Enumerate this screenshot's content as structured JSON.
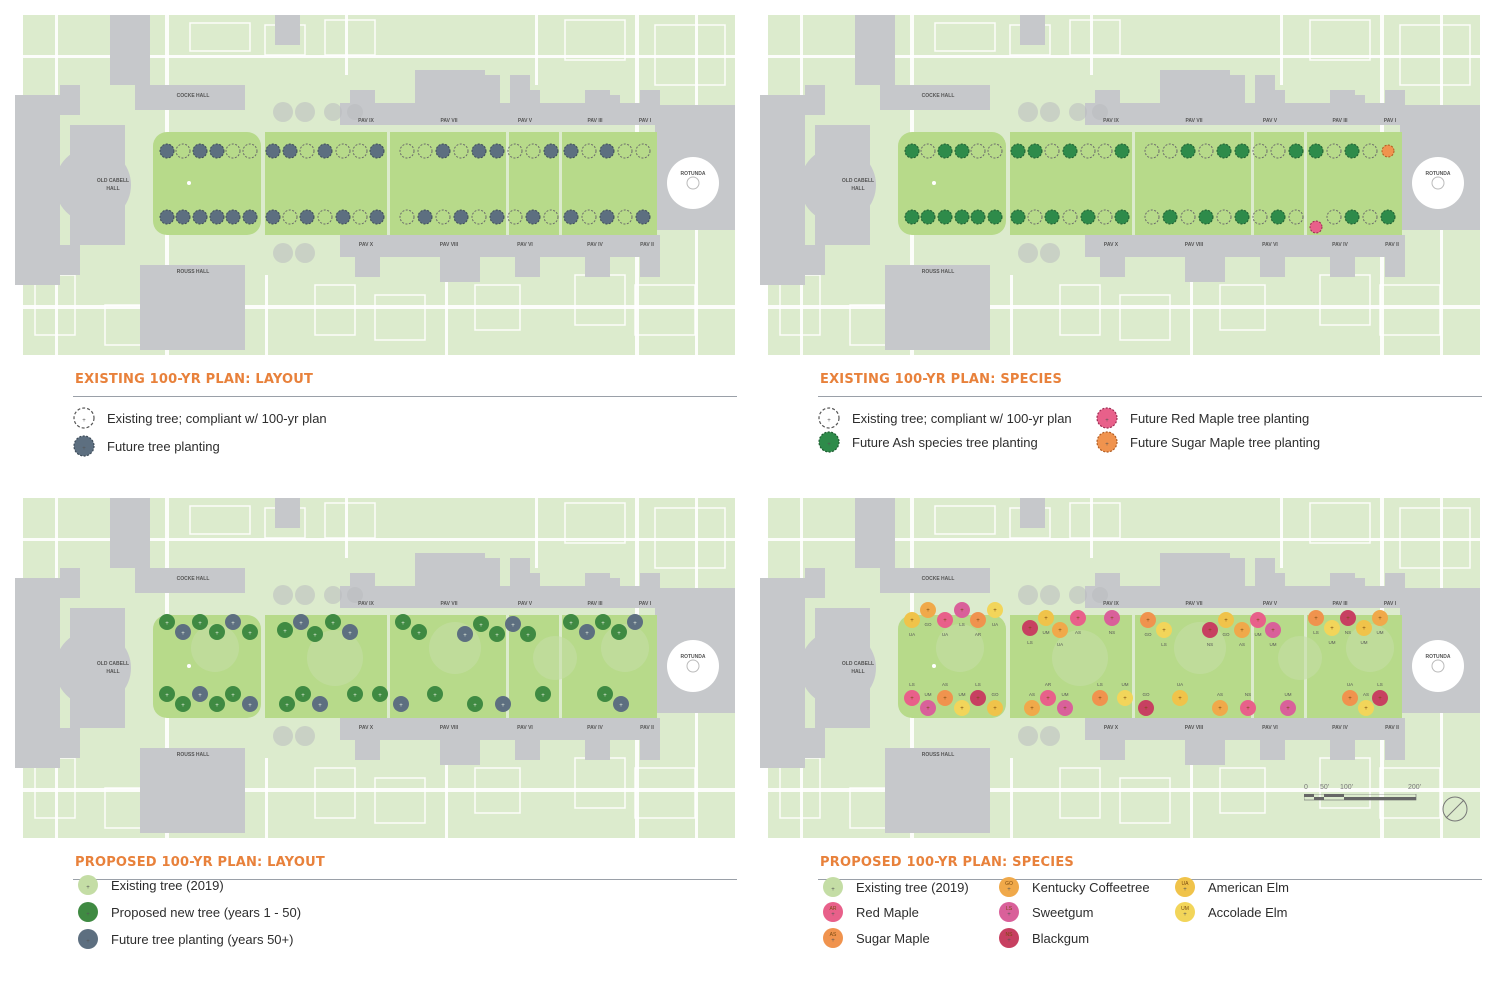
{
  "colors": {
    "title": "#e8813b",
    "lawn": "#b7da8a",
    "campus_green": "#dcebcd",
    "building": "#c6c8cb",
    "existing_fill": "#ffffff",
    "future_gray": "#5d6f80",
    "ash_green": "#2e8b4a",
    "proposed_green": "#3f8a42",
    "existing_2019": "#c4dda5",
    "red_maple": "#e8608a",
    "sugar_maple": "#f0934e",
    "kentucky_coffeetree": "#f0a94a",
    "sweetgum": "#d9609a",
    "blackgum": "#c74061",
    "american_elm": "#f0c34a",
    "accolade_elm": "#f2d55a"
  },
  "map_labels": {
    "cocke_hall": "COCKE HALL",
    "old_cabell_hall_1": "OLD CABELL",
    "old_cabell_hall_2": "HALL",
    "rouss_hall": "ROUSS HALL",
    "rotunda": "ROTUNDA",
    "pav_ix": "PAV IX",
    "pav_vii": "PAV VII",
    "pav_v": "PAV V",
    "pav_iii": "PAV III",
    "pav_i": "PAV I",
    "pav_x": "PAV X",
    "pav_viii": "PAV VIII",
    "pav_vi": "PAV VI",
    "pav_iv": "PAV IV",
    "pav_ii": "PAV II"
  },
  "species_codes": [
    "UA",
    "GO",
    "UA",
    "LS",
    "AR",
    "UA",
    "LS",
    "UM",
    "UA",
    "AS",
    "NS",
    "GO",
    "LS",
    "NS",
    "GO",
    "AS",
    "UM",
    "UM",
    "LS",
    "UM",
    "NS",
    "UM",
    "UM",
    "LS",
    "UM",
    "AS",
    "UM",
    "LS",
    "GO",
    "AS",
    "AR",
    "UM",
    "LS",
    "UM",
    "GO",
    "UA",
    "AS",
    "NS",
    "UM",
    "UA",
    "AS",
    "LS"
  ],
  "scale": {
    "labels": [
      "0",
      "50'",
      "100'",
      "200'"
    ]
  },
  "panels": [
    {
      "id": "existing-layout",
      "title": "EXISTING 100-YR PLAN: LAYOUT",
      "legend": [
        {
          "label": "Existing tree; compliant w/ 100-yr plan",
          "symbol": "dashed-white"
        },
        {
          "label": "Future tree planting",
          "symbol": "future-gray"
        }
      ]
    },
    {
      "id": "existing-species",
      "title": "EXISTING 100-YR PLAN: SPECIES",
      "legend": [
        {
          "label": "Existing tree; compliant w/ 100-yr plan",
          "symbol": "dashed-white"
        },
        {
          "label": "Future Ash species tree planting",
          "symbol": "ash-green"
        },
        {
          "label": "Future Red Maple tree planting",
          "symbol": "red-maple-dashed"
        },
        {
          "label": "Future Sugar Maple tree planting",
          "symbol": "sugar-maple-dashed"
        }
      ]
    },
    {
      "id": "proposed-layout",
      "title": "PROPOSED 100-YR PLAN: LAYOUT",
      "legend": [
        {
          "label": "Existing tree (2019)",
          "symbol": "existing-2019"
        },
        {
          "label": "Proposed new tree (years 1 - 50)",
          "symbol": "proposed-green"
        },
        {
          "label": "Future tree planting (years 50+)",
          "symbol": "future-gray-solid"
        }
      ]
    },
    {
      "id": "proposed-species",
      "title": "PROPOSED 100-YR PLAN: SPECIES",
      "legend": [
        {
          "label": "Existing tree (2019)",
          "symbol": "existing-2019"
        },
        {
          "label": "Red Maple",
          "symbol": "red-maple",
          "code": "AR"
        },
        {
          "label": "Sugar Maple",
          "symbol": "sugar-maple",
          "code": "AS"
        },
        {
          "label": "Kentucky Coffeetree",
          "symbol": "kentucky",
          "code": "GO"
        },
        {
          "label": "Sweetgum",
          "symbol": "sweetgum",
          "code": "LS"
        },
        {
          "label": "Blackgum",
          "symbol": "blackgum",
          "code": "NS"
        },
        {
          "label": "American Elm",
          "symbol": "american-elm",
          "code": "UA"
        },
        {
          "label": "Accolade Elm",
          "symbol": "accolade-elm",
          "code": "UM"
        }
      ]
    }
  ]
}
